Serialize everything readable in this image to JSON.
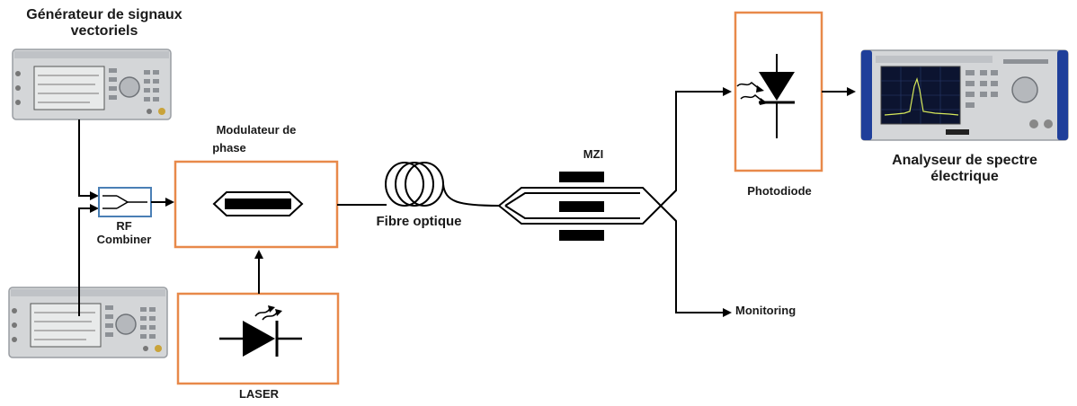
{
  "labels": {
    "generator_line1": "Générateur de signaux",
    "generator_line2": "vectoriels",
    "modulator_line1": "Modulateur de",
    "modulator_line2": "phase",
    "rf_line1": "RF",
    "rf_line2": "Combiner",
    "fibre": "Fibre optique",
    "mzi": "MZI",
    "photodiode": "Photodiode",
    "analyzer_line1": "Analyseur de spectre",
    "analyzer_line2": "électrique",
    "monitoring": "Monitoring",
    "laser": "LASER"
  },
  "colors": {
    "box_border": "#e8894a",
    "line": "#000000",
    "instrument_body": "#d4d6d8",
    "analyzer_side": "#1f3f9a"
  }
}
